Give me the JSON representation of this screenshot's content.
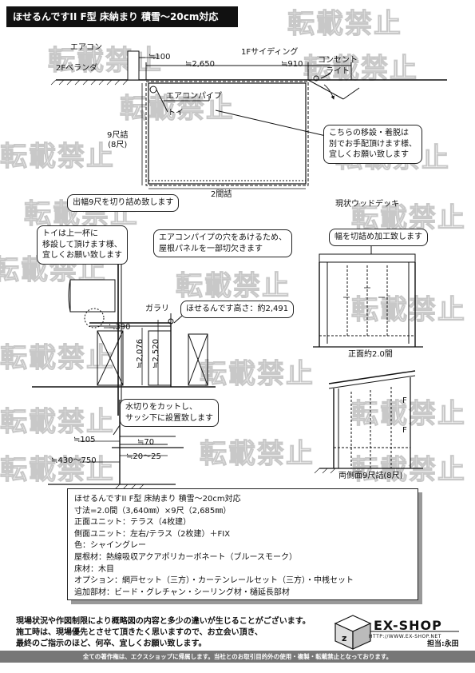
{
  "title": "ほせるんですII F型 床納まり 積雪～20cm対応",
  "watermark": "転載禁止",
  "top_view": {
    "aircon": "エアコン",
    "veranda": "2Fベランダ",
    "dim_100": "≒100",
    "dim_2650": "≒2,650",
    "siding": "1Fサイディング",
    "dim_910": "≒910",
    "outlet": "コンセント",
    "light": "ライト",
    "aircon_pipe": "エアコンパイプ",
    "gutter": "トイ",
    "depth_label": "9尺詰\n(8尺)",
    "width_label": "2間詰",
    "deck": "現状ウッドデッキ"
  },
  "callouts": {
    "relocation": "こちらの移設・着脱は\n別でお手配頂けます様、\n宜しくお願い致します",
    "depth_cut": "出幅9尺を切り詰め致します",
    "gutter_move": "トイは上一杯に\n移設して頂けます様、\n宜しくお願い致します",
    "pipe_hole": "エアコンパイプの穴をあけるため、\n屋根パネルを一部切欠きます",
    "width_cut": "幅を切詰め加工致します",
    "height": "ほせるんです高さ：約2,491",
    "flashing": "水切りをカットし、\nサッシ下に設置致します"
  },
  "side_section": {
    "railing": "ガラリ",
    "dim_390": "≒390",
    "dim_2076": "≒2,076",
    "dim_2520": "≒2,520",
    "dim_105": "≒105",
    "dim_70": "≒70",
    "dim_430_750": "≒430～750",
    "dim_20_25": "≒20～25"
  },
  "elevations": {
    "front": "正面約2.0間",
    "side": "両側面9尺詰(8尺)",
    "fix": "F"
  },
  "spec": {
    "lines": [
      "ほせるんですII F型 床納まり 積雪～20cm対応",
      "寸法=2.0間（3,640㎜）×9尺（2,685㎜）",
      "正面ユニット：テラス（4枚建）",
      "側面ユニット：左右/テラス（2枚建）＋FIX",
      "色：シャイングレー",
      "屋根材：熱線吸収アクアポリカーボネート（ブルースモーク）",
      "床材：木目",
      "オプション：網戸セット（三方）・カーテンレールセット（三方）・中桟セット",
      "追加部材：ビード・グレチャン・シーリング材・樋延長部材"
    ]
  },
  "notes": {
    "line1": "現場状況や作図制限により概略図の内容と多少の違いが生じることがございます。",
    "line2": "施工時は、現場優先とさせて頂きたく思いますので、お立会い頂き、",
    "line3": "最終のご指示のほど、何卒、宜しくお願い致します。"
  },
  "brand": {
    "name": "EX-SHOP",
    "url": "HTTP://WWW.EX-SHOP.NET",
    "staff": "担当:永田"
  },
  "footer": "全ての著作権は、エクスショップに帰属します。当社とのお取引目的外の使用・複製・転載禁止となっております。"
}
